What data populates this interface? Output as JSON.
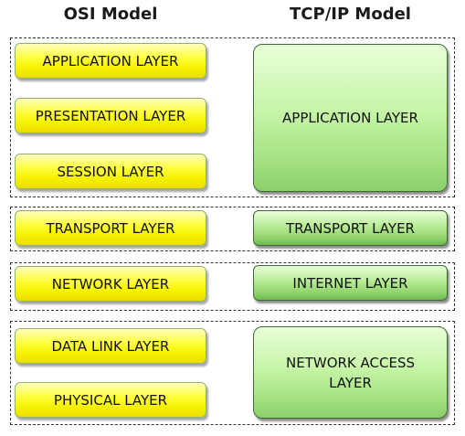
{
  "osi_header": "OSI Model",
  "tcp_header": "TCP/IP Model",
  "osi_layers": [
    "APPLICATION LAYER",
    "PRESENTATION LAYER",
    "SESSION LAYER",
    "TRANSPORT LAYER",
    "NETWORK LAYER",
    "DATA LINK LAYER",
    "PHYSICAL LAYER"
  ],
  "tcp_layers": [
    "APPLICATION LAYER",
    "TRANSPORT LAYER",
    "INTERNET LAYER",
    "NETWORK ACCESS LAYER"
  ],
  "colors": {
    "osi_fill": "#ffff40",
    "tcp_fill": "#b7ec95",
    "group_border": "#333333"
  }
}
